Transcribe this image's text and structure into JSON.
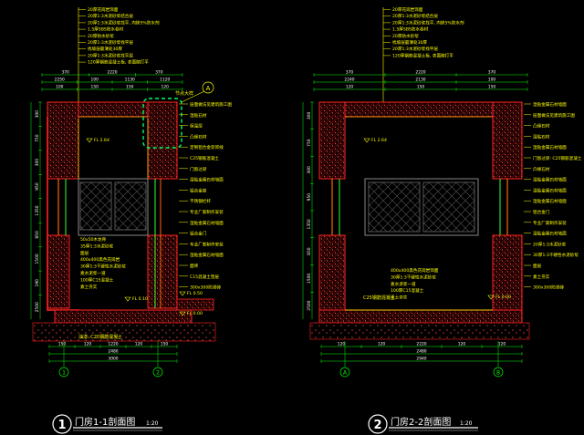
{
  "colors": {
    "background": "#000000",
    "dim_line": "#00ff00",
    "text_note": "#ffff00",
    "wall_red": "#ff2222",
    "hatch": "#ff3333",
    "window": "#bbbbbb",
    "highlight": "#00ff66",
    "title_white": "#ffffff"
  },
  "left": {
    "title": "门房1-1剖面图",
    "scale": "1:20",
    "num": "1",
    "top_notes": [
      "20厚花岗岩饰面",
      "20厚1:3水泥砂浆结合层",
      "20厚1:3水泥砂浆找平, 内掺5%防水剂",
      "1.5厚SBS防水卷材",
      "20厚防水砂浆",
      "20厚1:3水泥砂浆找平层",
      "找坡层最薄处30厚",
      "20厚1:3水泥砂浆找平层",
      "120厚钢筋混凝土板, 表面随打平"
    ],
    "top_dims_row1": [
      "370",
      "2220",
      "370"
    ],
    "top_dims_row2": [
      "2250",
      "100",
      "1130",
      "1120"
    ],
    "top_dims_row3": [
      "100",
      "150",
      "150",
      "120"
    ],
    "left_dims": [
      "300",
      "750",
      "300",
      "950",
      "1350",
      "850",
      "1500",
      "190",
      "2500"
    ],
    "side_notes": [
      "层面做法见建筑施工图",
      "湿贴石材",
      "保温层",
      "凸缘石材",
      "定制铝合金装饰线",
      "C25钢筋混凝土",
      "门窗过梁",
      "湿贴金属石材墙面",
      "铝合金窗",
      "不锈钢栏杆",
      "专业厂家制作安装",
      "湿贴金属石材墙面",
      "铝合金门",
      "专业厂家制作安装",
      "湿贴金属石材墙面",
      "面砖",
      "C15混凝土垫层",
      "300x300防滑砖"
    ],
    "inner_notes": [
      "50x50木龙骨",
      "35厚1:3水泥砂浆",
      "面层",
      "400x400黑色花岗岩",
      "30厚1:3干硬性水泥砂浆",
      "素水泥浆一道",
      "100厚C15混凝土",
      "素土夯实"
    ],
    "bottom_left_label": "油漆: C25钢筋混凝土",
    "level_labels": [
      "FL 2.64",
      "FL 0.10",
      "FL 0.00",
      "FL 0.50"
    ],
    "bottom_dims_row1": [
      "150",
      "120",
      "1220",
      "120",
      "150"
    ],
    "bottom_dims_row2": [
      "2480"
    ],
    "bottom_dims_row3": [
      "3000"
    ],
    "axes": [
      "1",
      "2"
    ],
    "detail_tag": "A",
    "detail_note": "节点大样"
  },
  "right": {
    "title": "门房2-2剖面图",
    "scale": "1:20",
    "num": "2",
    "top_notes": [
      "20厚花岗岩饰面",
      "20厚1:3水泥砂浆结合层",
      "20厚1:3水泥砂浆找平, 内掺5%防水剂",
      "1.5厚SBS防水卷材",
      "20厚防水砂浆",
      "找坡层最薄处30厚",
      "20厚1:3水泥砂浆找平层",
      "120厚钢筋混凝土板, 表面随打平"
    ],
    "top_dims_row1": [
      "370",
      "2220",
      "370"
    ],
    "top_dims_row2": [
      "2240",
      "2130",
      "100"
    ],
    "top_dims_row3": [
      "120",
      "150",
      "150"
    ],
    "left_dims": [
      "300",
      "750",
      "300",
      "950",
      "1350",
      "850",
      "1500",
      "2500"
    ],
    "side_notes": [
      "湿贴金属石材墙面",
      "层面做法见建筑施工图",
      "凸缘石材",
      "湿贴石材",
      "湿贴金属石材墙面",
      "门窗过梁: C25钢筋混凝土",
      "凸缘石材",
      "湿贴金属石材墙面",
      "湿贴金属石材墙面",
      "湿贴金属石材墙面",
      "铝合金门",
      "专业厂家制作安装",
      "湿贴金属石材墙面",
      "20厚1:3水泥砂浆",
      "30厚1:3干硬性水泥砂浆",
      "面层",
      "素土夯实",
      "300x300防滑砖"
    ],
    "inner_notes": [
      "400x400黑色花岗岩饰面",
      "30厚1:3干硬性水泥砂浆",
      "素水泥浆一道",
      "100厚C15混凝土",
      "素土夯实"
    ],
    "bottom_left_label": "C25钢筋混凝土",
    "level_labels": [
      "FL 2.64",
      "FL 0.00"
    ],
    "bottom_dims_row1": [
      "120",
      "120",
      "2220",
      "120",
      "120"
    ],
    "bottom_dims_row2": [
      "2480"
    ],
    "bottom_dims_row3": [
      "2940"
    ],
    "axes": [
      "A",
      "B"
    ]
  }
}
